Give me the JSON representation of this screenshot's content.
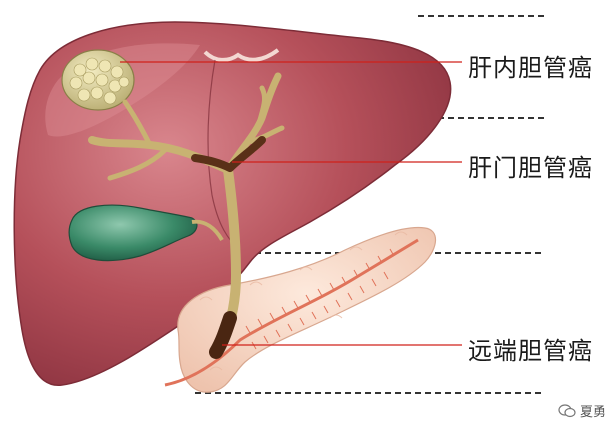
{
  "labels": {
    "intrahepatic": "肝内胆管癌",
    "hilar": "肝门胆管癌",
    "distal": "远端胆管癌"
  },
  "watermark": "夏勇",
  "colors": {
    "liver": "#b04a52",
    "liver_light": "#d68088",
    "tumor": "#d8cf96",
    "bile_duct": "#c8b272",
    "bile_duct_dark": "#5a3018",
    "gallbladder": "#2f7a5e",
    "pancreas": "#f3d7c6",
    "pancreatic_duct": "#e0735a",
    "leader_line": "#d0201a"
  }
}
